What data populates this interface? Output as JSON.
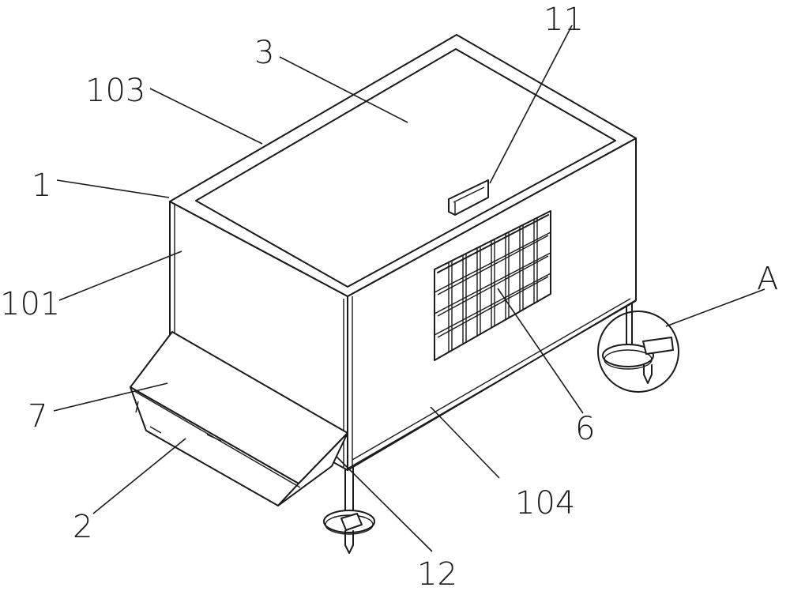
{
  "diagram": {
    "labels": {
      "box": "1",
      "side_wall": "101",
      "back_wall": "103",
      "front_wall": "104",
      "lid": "3",
      "handle": "11",
      "grille": "6",
      "hopper": "7",
      "chute": "2",
      "gap": "12",
      "detail_a": "A"
    }
  }
}
